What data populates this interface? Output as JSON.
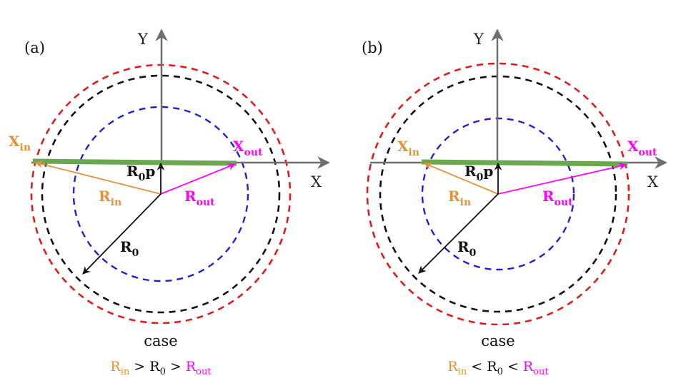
{
  "colors": {
    "axis": "#6e6e6e",
    "outer_circle": "#e31a1c",
    "middle_circle": "#111111",
    "inner_circle": "#1f1fd6",
    "track": "#6aa84f",
    "r_in": "#e69138",
    "r_out": "#ff00ff",
    "r0": "#111111"
  },
  "panels": [
    {
      "label": "(a)",
      "axis_x": "X",
      "axis_y": "Y",
      "x_in": {
        "main": "X",
        "sub": "in"
      },
      "x_out": {
        "main": "X",
        "sub": "out"
      },
      "r0p": {
        "main": "R",
        "sub": "0",
        "suffix": "p"
      },
      "r_in": {
        "main": "R",
        "sub": "in"
      },
      "r_out": {
        "main": "R",
        "sub": "out"
      },
      "r0": {
        "main": "R",
        "sub": "0"
      },
      "case": "case",
      "condition": {
        "a_main": "R",
        "a_sub": "in",
        "op1": " > ",
        "b_main": "R",
        "b_sub": "0",
        "op2": " > ",
        "c_main": "R",
        "c_sub": "out"
      }
    },
    {
      "label": "(b)",
      "axis_x": "X",
      "axis_y": "Y",
      "x_in": {
        "main": "X",
        "sub": "in"
      },
      "x_out": {
        "main": "X",
        "sub": "out"
      },
      "r0p": {
        "main": "R",
        "sub": "0",
        "suffix": "p"
      },
      "r_in": {
        "main": "R",
        "sub": "in"
      },
      "r_out": {
        "main": "R",
        "sub": "out"
      },
      "r0": {
        "main": "R",
        "sub": "0"
      },
      "case": "case",
      "condition": {
        "a_main": "R",
        "a_sub": "in",
        "op1": " < ",
        "b_main": "R",
        "b_sub": "0",
        "op2": " < ",
        "c_main": "R",
        "c_sub": "out"
      }
    }
  ]
}
